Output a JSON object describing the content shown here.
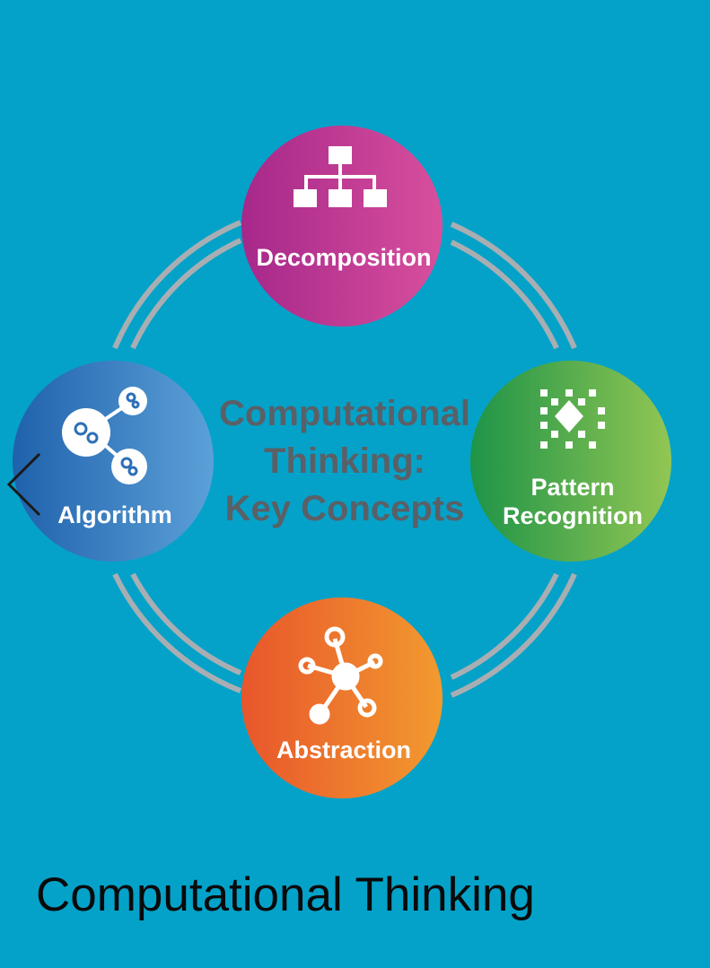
{
  "diagram": {
    "center_title_lines": [
      "Computational",
      "Thinking:",
      "Key Concepts"
    ],
    "nodes": [
      {
        "id": "decomposition",
        "label": "Decomposition",
        "icon": "hierarchy-icon",
        "color_start": "#a6288a",
        "color_end": "#d84f9d"
      },
      {
        "id": "pattern",
        "label_lines": [
          "Pattern",
          "Recognition"
        ],
        "icon": "pixel-pattern-icon",
        "color_start": "#1e9448",
        "color_end": "#92c653"
      },
      {
        "id": "abstraction",
        "label": "Abstraction",
        "icon": "network-hub-icon",
        "color_start": "#e8562c",
        "color_end": "#f29a2e"
      },
      {
        "id": "algorithm",
        "label": "Algorithm",
        "icon": "gears-network-icon",
        "color_start": "#1f62ac",
        "color_end": "#5ca0d8"
      }
    ],
    "connector_color": "#a9aeb2"
  },
  "caption": "Computational Thinking",
  "navigation": {
    "prev_icon": "chevron-left-icon"
  },
  "colors": {
    "background": "#04a2c9",
    "center_text": "#5a6066",
    "caption_text": "#0a0a0a"
  }
}
